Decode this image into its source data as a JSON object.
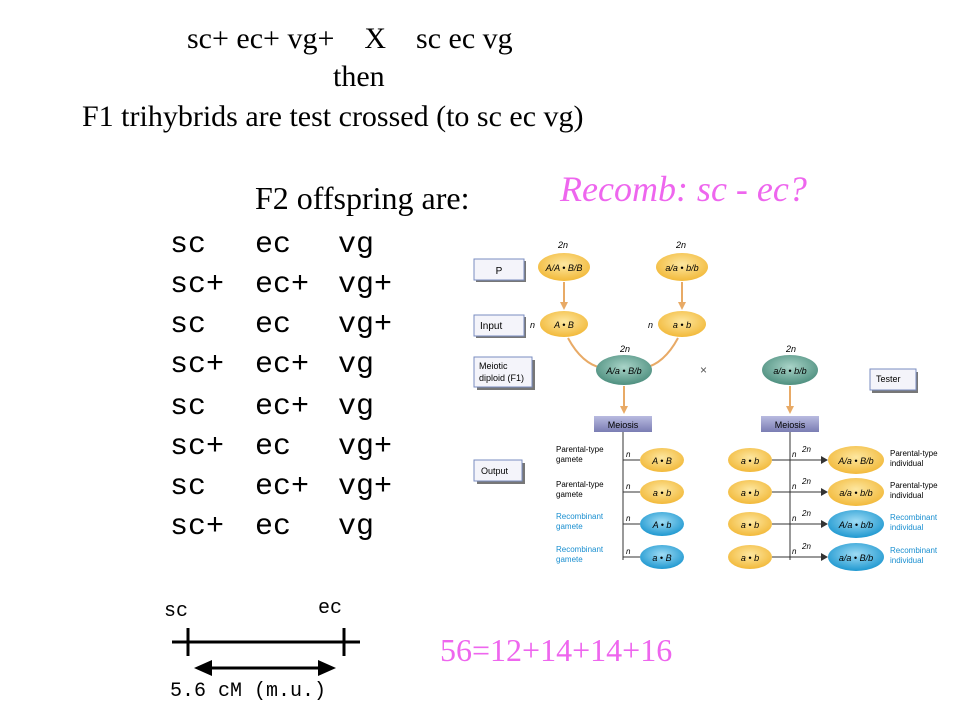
{
  "header": {
    "cross_line": "sc+ ec+ vg+    X    sc ec vg",
    "then": "then",
    "f1_line": "F1 trihybrids are test crossed (to sc ec vg)",
    "f2_heading": "F2 offspring are:"
  },
  "question": "Recomb: sc -  ec?",
  "offspring": [
    [
      "sc",
      "ec",
      "vg"
    ],
    [
      "sc+",
      "ec+",
      "vg+"
    ],
    [
      "sc",
      "ec",
      "vg+"
    ],
    [
      "sc+",
      "ec+",
      "vg"
    ],
    [
      "sc",
      "ec+",
      "vg"
    ],
    [
      "sc+",
      "ec",
      "vg+"
    ],
    [
      "sc",
      "ec+",
      "vg+"
    ],
    [
      "sc+",
      "ec",
      "vg"
    ]
  ],
  "sum": "56=12+14+14+16",
  "map": {
    "left_locus": "sc",
    "right_locus": "ec",
    "distance_label": "5.6 cM (m.u.)"
  },
  "diagram": {
    "row_labels": {
      "p": "P",
      "input": "Input",
      "meiotic_1": "Meiotic",
      "meiotic_2": "diploid (F1)",
      "output": "Output",
      "tester": "Tester"
    },
    "ploidy": {
      "diploid": "2n",
      "haploid": "n"
    },
    "parents": {
      "left": "A/A • B/B",
      "right": "a/a • b/b"
    },
    "inputs": {
      "left": "A • B",
      "right": "a • b"
    },
    "f1": "A/a • B/b",
    "tester_genotype": "a/a • b/b",
    "cross_symbol": "×",
    "meiosis": "Meiosis",
    "gamete_labels": [
      "Parental-type",
      "gamete",
      "Recombinant"
    ],
    "gametes": [
      "A • B",
      "a • b",
      "A • b",
      "a • B"
    ],
    "tester_gamete": "a • b",
    "progeny": [
      "A/a • B/b",
      "a/a • b/b",
      "A/a • b/b",
      "a/a • B/b"
    ],
    "individual_labels": [
      "Parental-type",
      "individual",
      "Recombinant"
    ]
  },
  "colors": {
    "pink": "#ee66ee",
    "yellow": "#f5c542",
    "blue": "#2aa6dc",
    "green": "#5e9e8e",
    "arrow": "#e8aa66",
    "purple": "#8d8fc0",
    "recombinant_text": "#1a8fd0"
  }
}
